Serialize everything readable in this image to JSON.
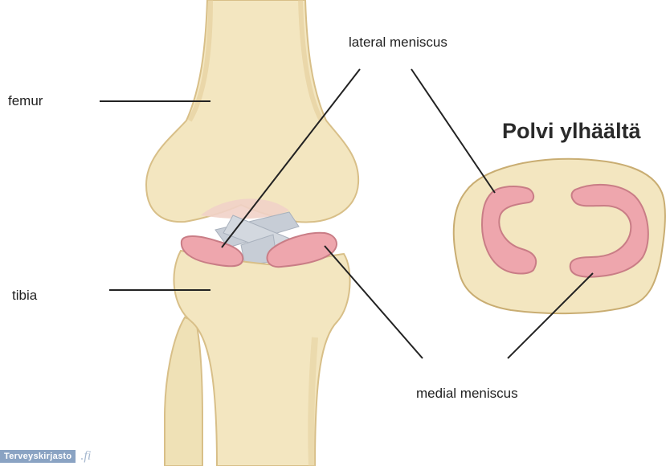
{
  "labels": {
    "lateral_meniscus": "lateral meniscus",
    "femur": "femur",
    "tibia": "tibia",
    "medial_meniscus": "medial meniscus"
  },
  "title": "Polvi ylhäältä",
  "watermark": {
    "brand": "Terveyskirjasto",
    "suffix": ".fi"
  },
  "colors": {
    "bone": "#f3e6c0",
    "bone_outline": "#d8bf88",
    "meniscus": "#eea6ad",
    "meniscus_outline": "#c97d86",
    "ligament": "#c7cdd6",
    "cartilage": "#f1d2c8",
    "leader_line": "#222222"
  }
}
